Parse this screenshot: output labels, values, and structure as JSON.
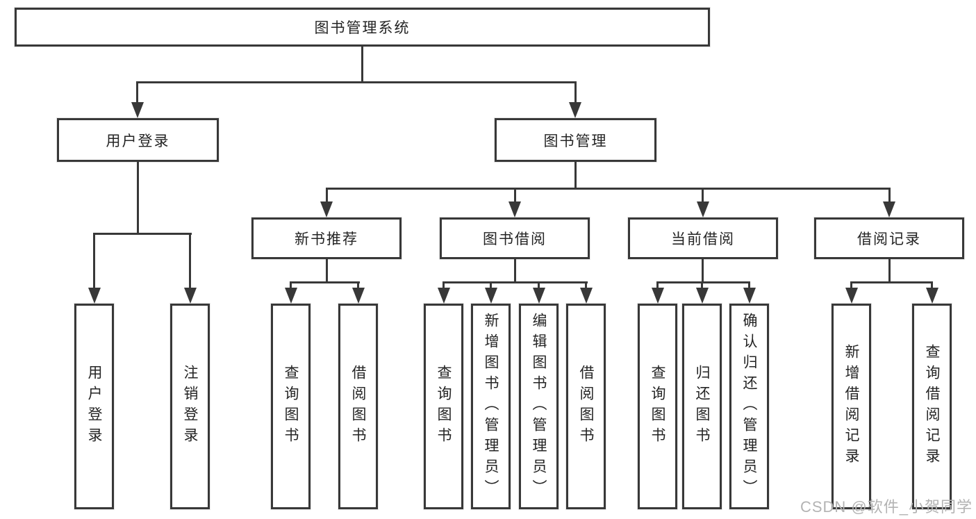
{
  "colors": {
    "background": "#ffffff",
    "box_border": "#383838",
    "connector": "#383838",
    "text": "#242424",
    "watermark": "#b3b3b3"
  },
  "watermark": {
    "text": "CSDN @软件_小贺同学"
  },
  "tree": {
    "root": "图书管理系统",
    "login": {
      "label": "用户登录",
      "children": {
        "user_login": "用户登录",
        "logout": "注销登录"
      }
    },
    "management": {
      "label": "图书管理",
      "recommend": {
        "label": "新书推荐",
        "children": {
          "query": "查询图书",
          "borrow": "借阅图书"
        }
      },
      "borrow": {
        "label": "图书借阅",
        "children": {
          "query": "查询图书",
          "add": "新增图书（管理员）",
          "edit": "编辑图书（管理员）",
          "borrow": "借阅图书"
        }
      },
      "current": {
        "label": "当前借阅",
        "children": {
          "query": "查询图书",
          "return": "归还图书",
          "confirm": "确认归还（管理员）"
        }
      },
      "records": {
        "label": "借阅记录",
        "children": {
          "add": "新增借阅记录",
          "query": "查询借阅记录"
        }
      }
    }
  }
}
